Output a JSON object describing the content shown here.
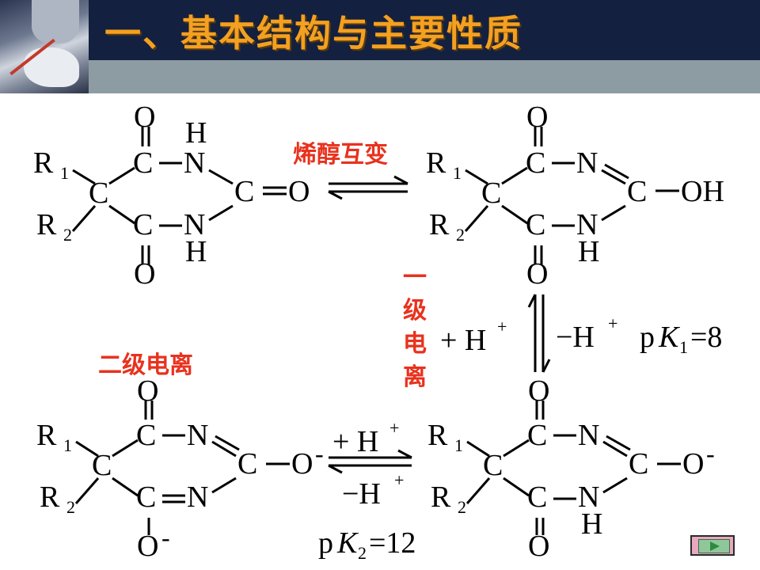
{
  "title": "一、基本结构与主要性质",
  "labels": {
    "enol": "烯醇互变",
    "first_ionization": "一级电离",
    "second_ionization": "二级电离"
  },
  "molecules": {
    "atoms": {
      "O": "O",
      "C": "C",
      "N": "N",
      "H": "H",
      "R": "R",
      "sub1": "1",
      "sub2": "2",
      "OH": "OH"
    },
    "reagents": {
      "plus": "+ H",
      "minus": "−H",
      "charge_plus": "+",
      "charge_minus": "-"
    },
    "pk1": {
      "prefix": "p",
      "K": "K",
      "sub": "1",
      "value": "=8"
    },
    "pk2": {
      "prefix": "p",
      "K": "K",
      "sub": "2",
      "value": "=12"
    }
  },
  "colors": {
    "header": "#13203f",
    "strip": "#8d9ca3",
    "title": "#f4a020",
    "label": "#e8321e"
  },
  "nav": {
    "next_icon": "next-slide-icon"
  }
}
